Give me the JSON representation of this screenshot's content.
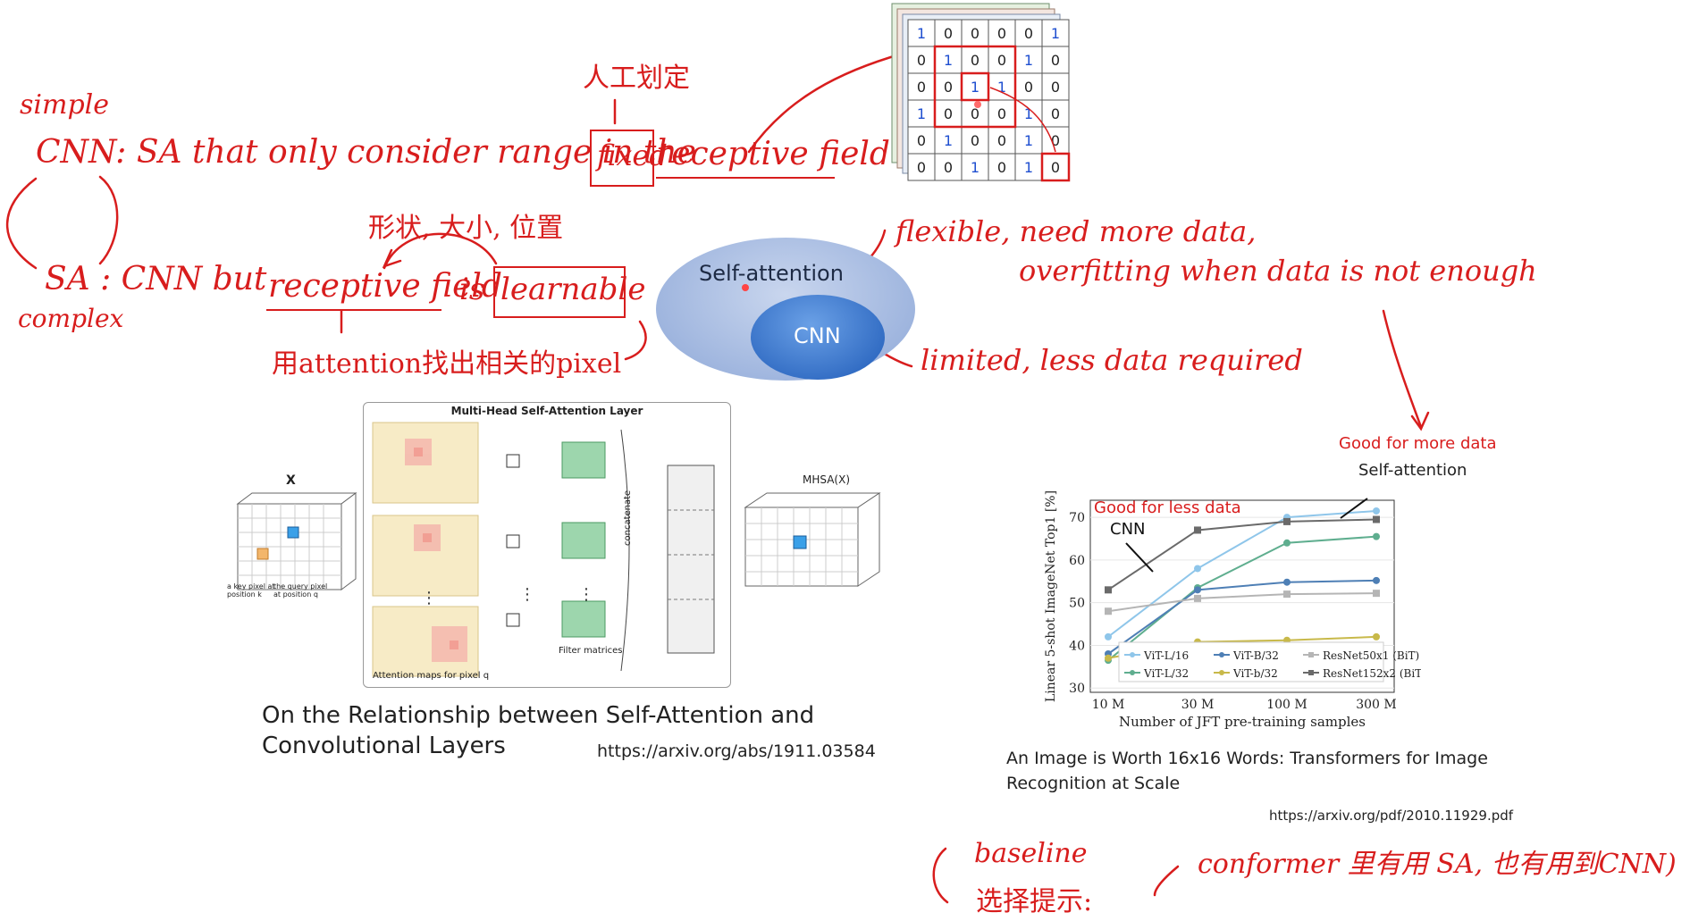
{
  "notes": {
    "simple": "simple",
    "complex": "complex",
    "cnn_def": "CNN: SA that only consider range in the",
    "fixed": "fixed",
    "receptive_field_1": "receptive field",
    "manual": "人工划定",
    "sa_def_prefix": "SA : CNN but",
    "receptive_field_2": "receptive field",
    "is": "is",
    "learnable": "learnable",
    "shape_size_pos": "形状, 大小, 位置",
    "attention_note": "用attention找出相关的pixel",
    "flexible": "flexible, need more data,",
    "overfitting": "overfitting when data is not enough",
    "limited": "limited, less data required",
    "good_more": "Good for more data",
    "good_less": "Good for less data",
    "baseline": "baseline",
    "select_hint": "选择提示:",
    "conformer": "conformer 里有用 SA, 也有用到CNN)"
  },
  "venn": {
    "outer_label": "Self-attention",
    "inner_label": "CNN",
    "outer_color": "#9fb4dc",
    "inner_color": "#2f6fc8"
  },
  "matrix": {
    "rows": [
      [
        "1",
        "0",
        "0",
        "0",
        "0",
        "1"
      ],
      [
        "0",
        "1",
        "0",
        "0",
        "1",
        "0"
      ],
      [
        "0",
        "0",
        "1",
        "1",
        "0",
        "0"
      ],
      [
        "1",
        "0",
        "0",
        "0",
        "1",
        "0"
      ],
      [
        "0",
        "1",
        "0",
        "0",
        "1",
        "0"
      ],
      [
        "0",
        "0",
        "1",
        "0",
        "1",
        "0"
      ]
    ]
  },
  "paper1": {
    "title_line1": "On the Relationship between Self-Attention and",
    "title_line2": "Convolutional Layers",
    "url": "https://arxiv.org/abs/1911.03584",
    "figure_title": "Multi-Head Self-Attention Layer",
    "x_label": "X",
    "mhsa_label": "MHSA(X)",
    "key_pixel": "a key pixel at position k",
    "query_pixel": "the query pixel at position q",
    "concatenate": "concatenate",
    "filter_matrices": "Filter matrices",
    "attention_maps": "Attention maps for pixel q"
  },
  "paper2": {
    "title_line1": "An Image is Worth 16x16 Words: Transformers for Image",
    "title_line2": "Recognition at Scale",
    "url": "https://arxiv.org/pdf/2010.11929.pdf"
  },
  "chart_data": {
    "type": "line",
    "xlabel": "Number of JFT pre-training samples",
    "ylabel": "Linear 5-shot ImageNet Top1 [%]",
    "x": [
      "10 M",
      "30 M",
      "100 M",
      "300 M"
    ],
    "ylim": [
      29,
      74
    ],
    "yticks": [
      30,
      40,
      50,
      60,
      70
    ],
    "annot_cnn": "CNN",
    "annot_sa": "Self-attention",
    "series": [
      {
        "name": "ViT-L/16",
        "color": "#8fc6ea",
        "marker": "circle",
        "values": [
          42,
          58,
          70,
          71.5
        ]
      },
      {
        "name": "ViT-L/32",
        "color": "#5fae8f",
        "marker": "circle",
        "values": [
          36.5,
          53.5,
          64,
          65.5
        ]
      },
      {
        "name": "ViT-B/32",
        "color": "#4e7fb5",
        "marker": "circle",
        "values": [
          38,
          53,
          54.8,
          55.2
        ]
      },
      {
        "name": "ViT-b/32",
        "color": "#c8b94a",
        "marker": "circle",
        "values": [
          37,
          40.8,
          41.2,
          42
        ]
      },
      {
        "name": "ResNet50x1 (BiT)",
        "color": "#b5b5b5",
        "marker": "square",
        "values": [
          48,
          51,
          52,
          52.2
        ]
      },
      {
        "name": "ResNet152x2 (BiT)",
        "color": "#6a6a6a",
        "marker": "square",
        "values": [
          53,
          67,
          69,
          69.5
        ]
      }
    ]
  }
}
